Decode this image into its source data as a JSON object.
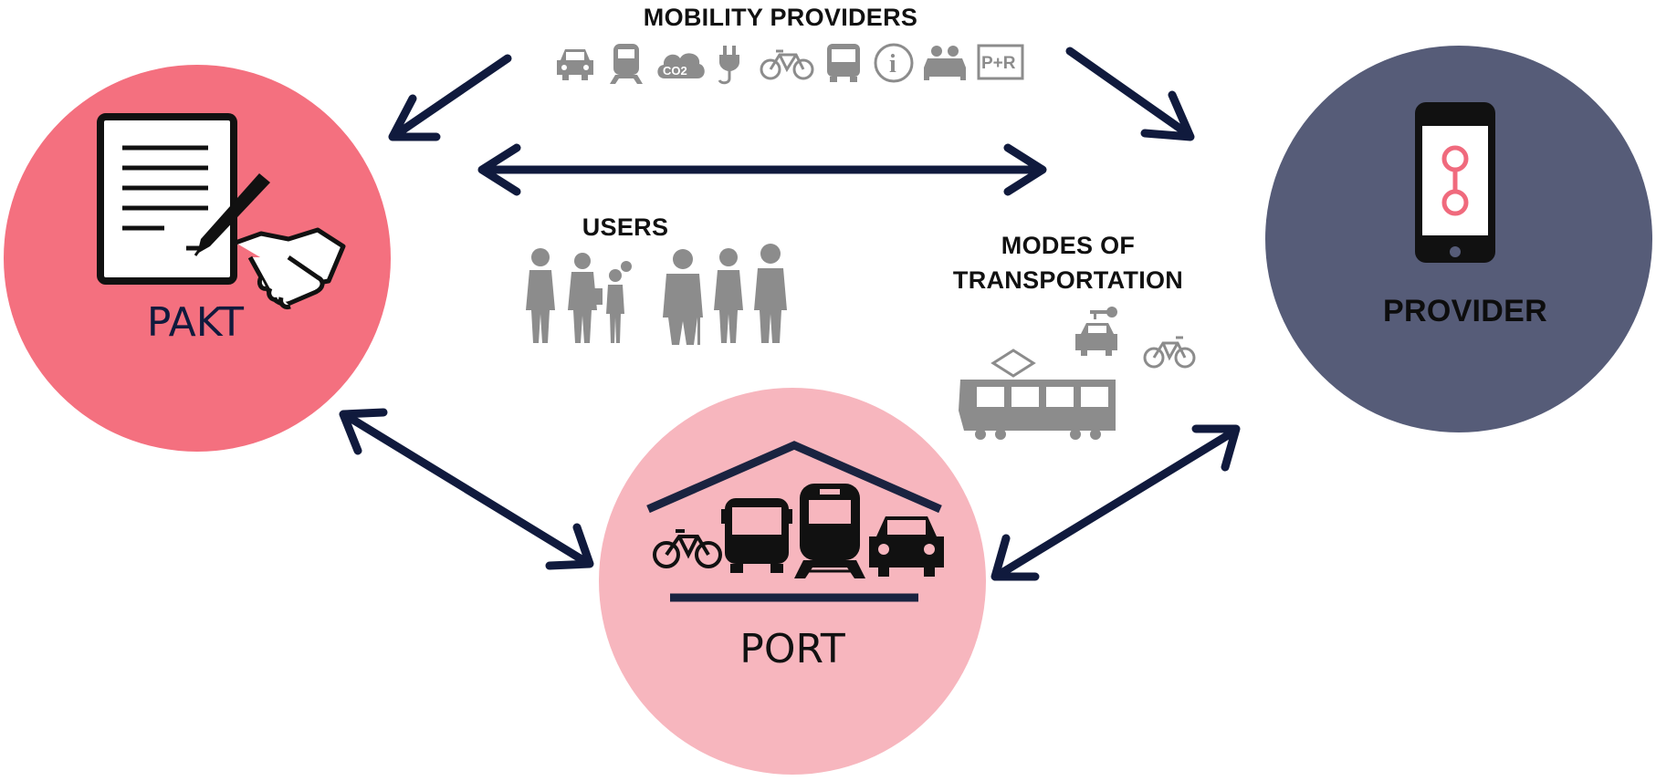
{
  "colors": {
    "pakt": "#f4707f",
    "port": "#f7b6be",
    "provider": "#565c78",
    "arrow": "#101a3d",
    "icon_gray": "#8c8c8c",
    "ink": "#111111",
    "app_accent": "#f06a7d"
  },
  "labels": {
    "mobility_providers": "MOBILITY PROVIDERS",
    "users": "USERS",
    "modes_line1": "MODES OF",
    "modes_line2": "TRANSPORTATION",
    "pakt": "PAKT",
    "port": "PORT",
    "provider": "PROVIDER"
  },
  "icons": {
    "mobility_row": [
      "car-icon",
      "train-icon",
      "co2-icon",
      "plug-icon",
      "bicycle-icon",
      "bus-icon",
      "info-icon",
      "carpool-icon",
      "park-and-ride-icon"
    ],
    "mobility_texts": {
      "co2": "CO2",
      "info": "i",
      "pr": "P+R"
    },
    "users_group": "people-silhouettes-icon",
    "modes": [
      "tram-icon",
      "car-sharing-key-icon",
      "bicycle-icon"
    ],
    "pakt": [
      "contract-document-icon",
      "pen-icon",
      "handshake-icon"
    ],
    "port": [
      "garage-roof-icon",
      "bicycle-icon",
      "bus-icon",
      "train-icon",
      "car-icon"
    ],
    "provider": [
      "smartphone-app-icon"
    ]
  }
}
